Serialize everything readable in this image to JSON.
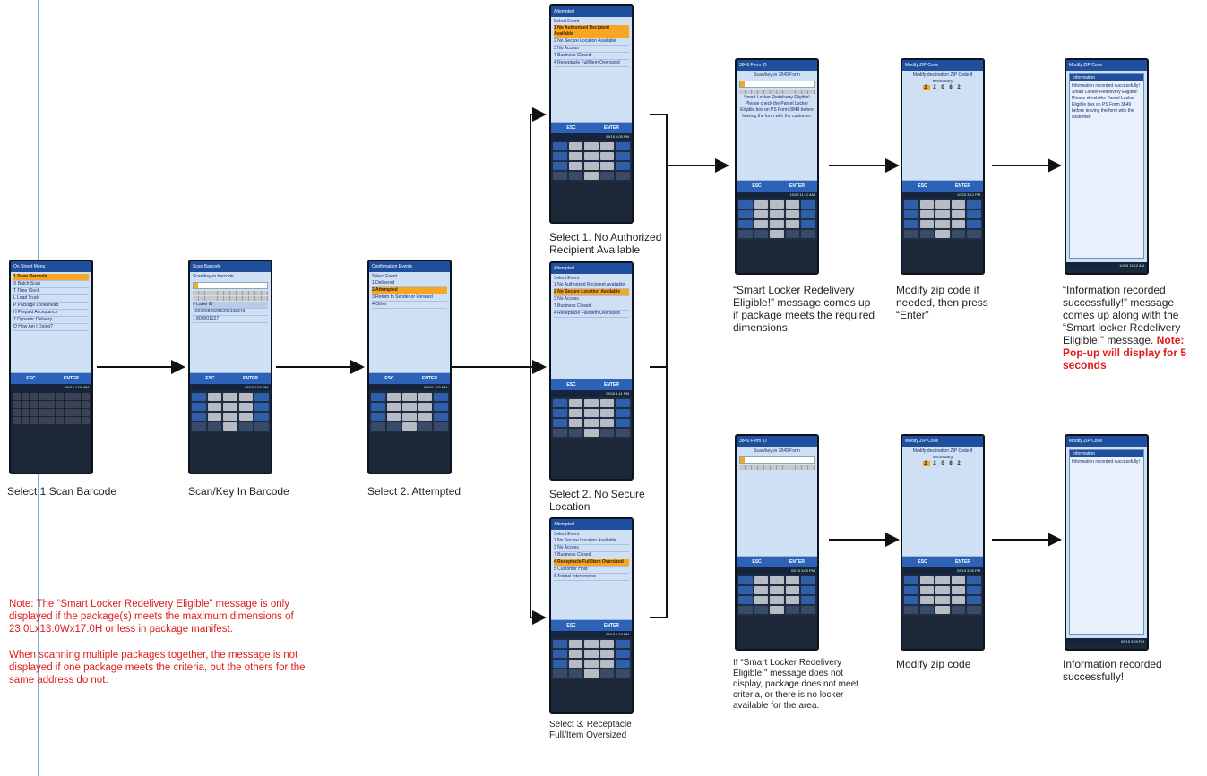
{
  "colors": {
    "highlight": "#f5a623",
    "title_bar": "#1f4e9c",
    "screen_bg": "#cfe0f5",
    "note_red": "#e01b1b"
  },
  "phones": {
    "menu": {
      "title": "On Street Menu",
      "items": [
        {
          "text": "1 Scan Barcode",
          "selected": true
        },
        {
          "text": "X Batch Scan",
          "selected": false
        },
        {
          "text": "T Time Clock",
          "selected": false
        },
        {
          "text": "L Load Truck",
          "selected": false
        },
        {
          "text": "P Package Lookahead",
          "selected": false
        },
        {
          "text": "H Prepaid Acceptance",
          "selected": false
        },
        {
          "text": "7 Dynamic Delivery",
          "selected": false
        },
        {
          "text": "O How Am I Doing?",
          "selected": false
        }
      ],
      "esc": "ESC",
      "enter": "ENTER",
      "time": "09/15 1:00 PM"
    },
    "scan": {
      "title": "Scan Barcode",
      "prompt": "Scan/key-in barcode:",
      "header": "#  Label ID",
      "rows": [
        "420220829266208108343",
        "1  800001227"
      ],
      "esc": "ESC",
      "enter": "ENTER",
      "time": "09/15 1:02 PM"
    },
    "confirm": {
      "title": "Confirmation Events",
      "heading": "Select Event",
      "items": [
        {
          "text": "1 Delivered",
          "selected": false
        },
        {
          "text": "2 Attempted",
          "selected": true
        },
        {
          "text": "3 Return to Sender or Forward",
          "selected": false
        },
        {
          "text": "4 Other",
          "selected": false
        }
      ],
      "esc": "ESC",
      "enter": "ENTER",
      "time": "09/15 1:02 PM"
    },
    "attempted1": {
      "title": "Attempted",
      "heading": "Select Event",
      "items": [
        {
          "text": "1 No Authorized Recipient Available",
          "selected": true
        },
        {
          "text": "2 No Secure Location Available",
          "selected": false
        },
        {
          "text": "3 No Access",
          "selected": false
        },
        {
          "text": "7 Business Closed",
          "selected": false
        },
        {
          "text": "4 Receptacle Full/Item Oversized",
          "selected": false
        }
      ],
      "esc": "ESC",
      "enter": "ENTER",
      "time": "09/15 1:05 PM"
    },
    "attempted2": {
      "title": "Attempted",
      "heading": "Select Event",
      "items": [
        {
          "text": "1 No Authorized Recipient Available",
          "selected": false
        },
        {
          "text": "2 No Secure Location Available",
          "selected": true
        },
        {
          "text": "3 No Access",
          "selected": false
        },
        {
          "text": "7 Business Closed",
          "selected": false
        },
        {
          "text": "4 Receptacle Full/Item Oversized",
          "selected": false
        }
      ],
      "esc": "ESC",
      "enter": "ENTER",
      "time": "09/15 1:11 PM"
    },
    "attempted3": {
      "title": "Attempted",
      "heading": "Select Event",
      "items": [
        {
          "text": "2 No Secure Location Available",
          "selected": false
        },
        {
          "text": "3 No Access",
          "selected": false
        },
        {
          "text": "7 Business Closed",
          "selected": false
        },
        {
          "text": "4 Receptacle Full/Item Oversized",
          "selected": true
        },
        {
          "text": "5 Customer Hold",
          "selected": false
        },
        {
          "text": "6 Animal Interference",
          "selected": false
        }
      ],
      "esc": "ESC",
      "enter": "ENTER",
      "time": "09/15 1:16 PM"
    },
    "form_top": {
      "title": "3849 Form ID",
      "prompt": "Scan/key-in 3849 Form",
      "message": "Smart Locker Redelivery Eligible! Please check the Parcel Locker Eligible box on PS Form 3849 before leaving the form with the customer.",
      "esc": "ESC",
      "enter": "ENTER",
      "time": "10/25 11:11 AM"
    },
    "zip_top": {
      "title": "Modify ZIP Code",
      "prompt": "Modify destination ZIP Code if necessary",
      "zip_first": "2",
      "zip_rest": "2 0 8 2",
      "esc": "ESC",
      "enter": "ENTER",
      "time": "10/25 3:12 PM"
    },
    "info_top": {
      "title": "Modify ZIP Code",
      "popup_title": "Information",
      "message": "Information recorded successfully! Smart Locker Redelivery Eligible! Please check the Parcel Locker Eligible box on PS Form 3849 before leaving the form with the customer.",
      "time": "10/26 11:12 AM"
    },
    "form_bottom": {
      "title": "3849 Form ID",
      "prompt": "Scan/key-in 3849 Form",
      "esc": "ESC",
      "enter": "ENTER",
      "time": "09/15 3:05 PM"
    },
    "zip_bottom": {
      "title": "Modify ZIP Code",
      "prompt": "Modify destination ZIP Code if necessary",
      "zip_first": "2",
      "zip_rest": "2 0 8 2",
      "esc": "ESC",
      "enter": "ENTER",
      "time": "09/15 3:06 PM"
    },
    "info_bottom": {
      "title": "Modify ZIP Code",
      "popup_title": "Information",
      "message": "Information recorded successfully!",
      "time": "09/15 3:09 PM"
    }
  },
  "captions": {
    "c1": "Select 1  Scan Barcode",
    "c2": "Scan/Key In Barcode",
    "c3": "Select 2. Attempted",
    "c4": "Select 1. No Authorized Recipient Available",
    "c5": "Select 2.  No Secure Location",
    "c6": "Select 3. Receptacle Full/Item Oversized",
    "c7": "“Smart Locker Redelivery Eligible!” message comes up if package meets the required dimensions.",
    "c8": "Modify zip code if needed, then press “Enter”",
    "c9_black": "“Information recorded successfully!” message comes up along with the “Smart locker Redelivery Eligible!” message.",
    "c9_red": "Note: Pop-up will display for 5 seconds",
    "c10": "If “Smart Locker Redelivery Eligible!” message does not display, package does not meet criteria, or there is no locker available for the area.",
    "c11": "Modify zip code",
    "c12": "Information recorded successfully!"
  },
  "notes": {
    "n1": "Note:  The “Smart Locker Redelivery Eligible” message is only displayed if the package(s) meets the maximum dimensions of 23.0Lx13.0Wx17.0H or less in package manifest.",
    "n2": "When scanning multiple packages together, the message is not displayed if one package meets the criteria, but the others for the same address do not."
  }
}
